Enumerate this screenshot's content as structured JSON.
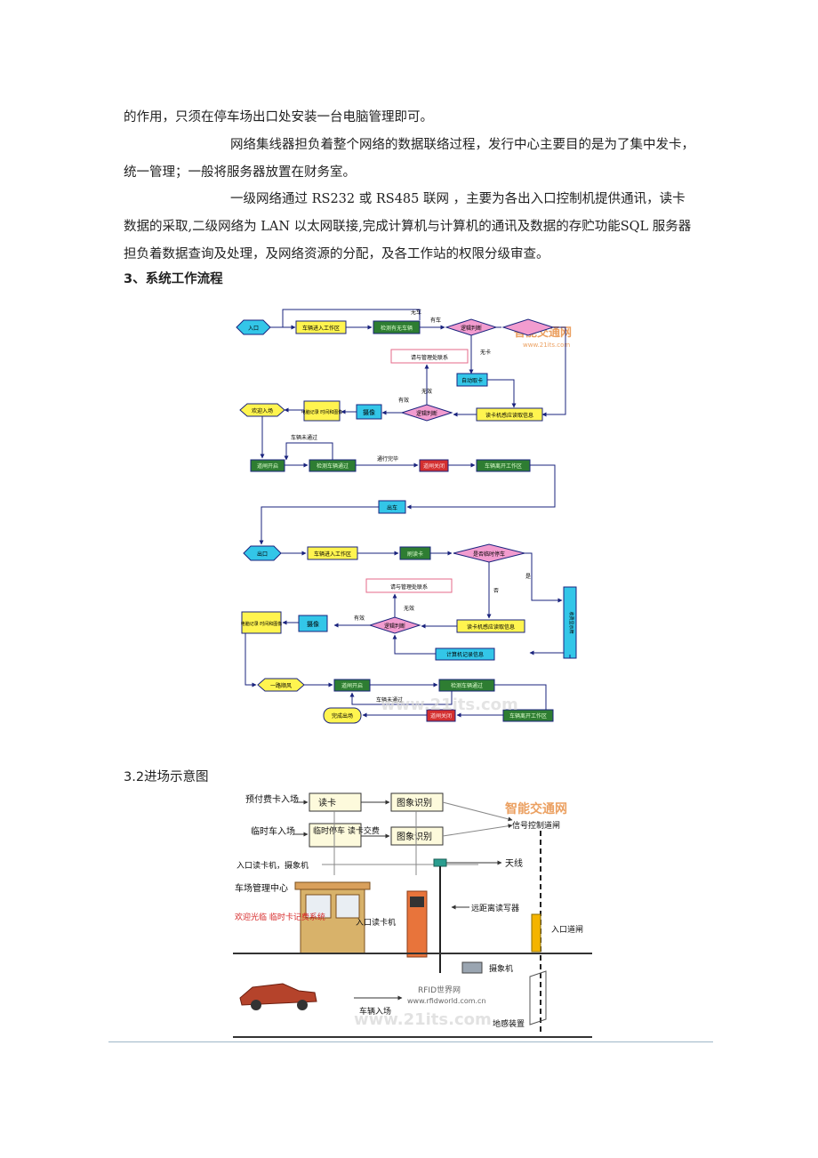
{
  "paragraphs": {
    "p1": "的作用，只须在停车场出口处安装一台电脑管理即可。",
    "p2": "网络集线器担负着整个网络的数据联络过程，发行中心主要目的是为了集中发卡，统一管理；一般将服务器放置在财务室。",
    "p3": "一级网络通过 RS232 或 RS485 联网 ，主要为各出入口控制机提供通讯，读卡数据的采取,二级网络为 LAN 以太网联接,完成计算机与计算机的通讯及数据的存贮功能SQL 服务器担负着数据查询及处理，及网络资源的分配，及各工作站的权限分级审查。"
  },
  "headings": {
    "workflow": "3、系统工作流程",
    "entry": "3.2进场示意图"
  },
  "flowchart": {
    "entry_top": "入口",
    "vehicle_enter": "车辆进入工作区",
    "green_detect": "检测有无车辆",
    "has_car": "有车",
    "no_car": "无车",
    "logic1": "逻辑判断",
    "no_card": "无卡",
    "auto_card": "自动取卡",
    "contact_mgr1": "请与管理处联系",
    "invalid": "无效",
    "valid": "有效",
    "logic2": "逻辑判断",
    "reader_info": "读卡机感应读取信息",
    "capture1": "摄像",
    "pc_record1": "电脑记录 时间和图像",
    "welcome_in": "欢迎入场",
    "vehicle_not_pass": "车辆未通过",
    "open_gate1": "道闸开启",
    "detect_pass": "检测车辆通过",
    "pass_done": "通行完毕",
    "close_gate1": "道闸关闭",
    "vehicle_leave1": "车辆离开工作区",
    "drive": "出车",
    "exit": "出口",
    "vehicle_enter2": "车辆进入工作区",
    "read_card": "刷读卡",
    "is_temp": "是否临时停车",
    "yes": "是",
    "no": "否",
    "contact_mgr2": "请与管理处联系",
    "invalid2": "无效",
    "valid2": "有效",
    "capture2": "摄像",
    "pc_record2": "电脑记录 时间和图像",
    "logic3": "逻辑判断",
    "reader_info2": "读卡机感应读取信息",
    "charge_display": "收费显示牌",
    "pc_record_info": "计算机记录信息",
    "goodbye": "一路顺风",
    "open_gate2": "道闸开启",
    "detect_pass2": "检测车辆通过",
    "vehicle_not_pass2": "车辆未通过",
    "done_exit": "完成出场",
    "close_gate2": "道闸关闭",
    "vehicle_leave2": "车辆离开工作区",
    "watermark_logo": "智能交通网",
    "watermark_url": "www.21its.com"
  },
  "entry_diagram": {
    "prepaid_in": "预付费卡入场",
    "read_card": "读卡",
    "image_rec1": "图象识别",
    "temp_in": "临时车入场",
    "temp_read": "临时停车 读卡交费",
    "image_rec2": "图象识别",
    "entry_reader_cam": "入口读卡机，摄象机",
    "antenna": "天线",
    "mgmt_center": "车场管理中心",
    "welcome_sign": "欢迎光临 临时卡记费系统",
    "entry_reader": "入口读卡机",
    "long_range": "远距离读写器",
    "entry_gate": "入口道闸",
    "camera": "摄象机",
    "rfid_site": "RFID世界网",
    "rfid_url": "www.rfidworld.com.cn",
    "vehicle_in": "车辆入场",
    "ground_sensor": "地感装置",
    "gate_signal": "信号控制道闸",
    "watermark_url": "www.21its.com"
  },
  "colors": {
    "yellow_box": "#fff44f",
    "green_box": "#2e7d32",
    "cyan_box": "#33c6e8",
    "pink_diamond": "#f29ccf",
    "red_box": "#d32f2f",
    "arrow": "#1a237e"
  }
}
